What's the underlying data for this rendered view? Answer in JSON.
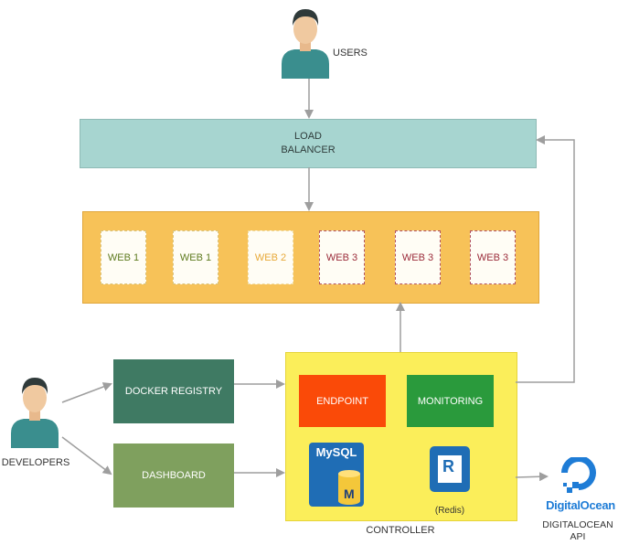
{
  "users": {
    "label": "USERS"
  },
  "load_balancer": {
    "line1": "LOAD",
    "line2": "BALANCER"
  },
  "web_servers": [
    {
      "label": "WEB 1",
      "kind": "web1"
    },
    {
      "label": "WEB 1",
      "kind": "web1"
    },
    {
      "label": "WEB 2",
      "kind": "web2"
    },
    {
      "label": "WEB 3",
      "kind": "web3"
    },
    {
      "label": "WEB 3",
      "kind": "web3"
    },
    {
      "label": "WEB 3",
      "kind": "web3"
    }
  ],
  "developers": {
    "label": "DEVELOPERS"
  },
  "docker_registry": {
    "label": "DOCKER REGISTRY"
  },
  "dashboard": {
    "label": "DASHBOARD"
  },
  "controller": {
    "label": "CONTROLLER",
    "endpoint": "ENDPOINT",
    "monitoring": "MONITORING",
    "mysql_logo_text": "MySQL",
    "mysql_logo_letter": "M",
    "redis_logo_letter": "R",
    "redis_caption": "(Redis)"
  },
  "digitalocean": {
    "logo_text": "DigitalOcean",
    "caption_line1": "DIGITALOCEAN",
    "caption_line2": "API"
  },
  "colors": {
    "load_balancer": "#a7d5d0",
    "web_pool": "#f7c258",
    "controller": "#fbee5a",
    "endpoint": "#fa4a08",
    "monitoring": "#2a9a3c",
    "docker_registry": "#3f7a63",
    "dashboard": "#7fa05e",
    "mysql": "#1f6db5",
    "redis": "#1f6db5",
    "digitalocean": "#1e7cd6",
    "arrow": "#9e9e9e",
    "person_skin": "#f0c9a0",
    "person_hair": "#2f3a3a",
    "person_shirt": "#3a8e8e"
  }
}
